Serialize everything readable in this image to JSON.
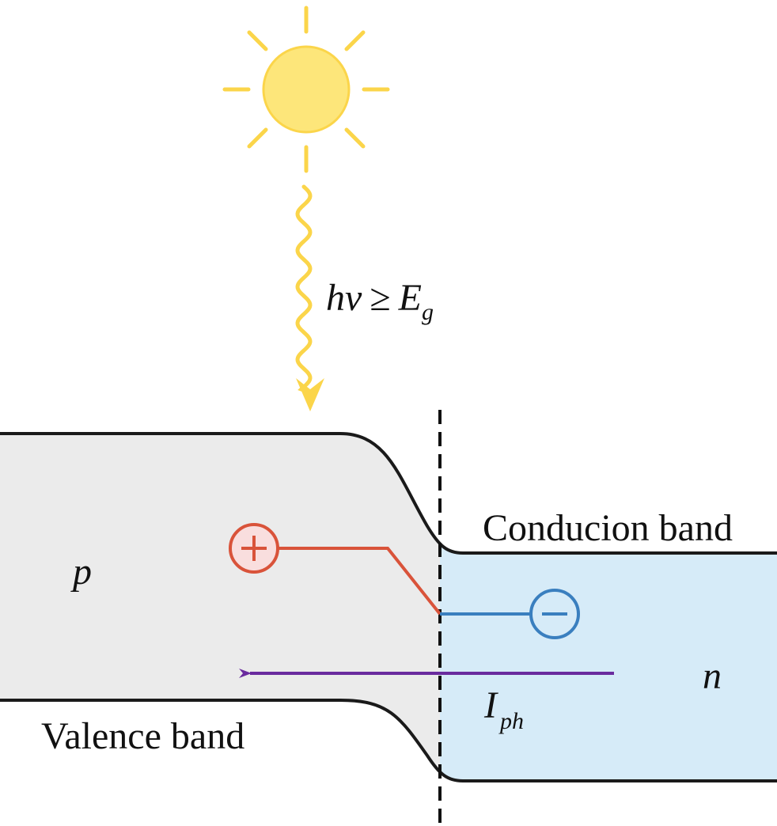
{
  "labels": {
    "photon_h": "h",
    "photon_nu": "ν",
    "photon_geq": "≥",
    "photon_E": "E",
    "photon_g": "g",
    "p_region": "p",
    "n_region": "n",
    "conduction_band": "Conducion band",
    "valence_band": "Valence band",
    "current_I": "I",
    "current_ph": "ph",
    "hole_symbol": "+",
    "electron_symbol": "−"
  },
  "icons": {
    "sun": "sun-icon",
    "hole": "plus-circle-icon",
    "electron": "minus-circle-icon"
  },
  "colors": {
    "sun": "#fde67a",
    "sun_rays": "#fbd54a",
    "photon": "#fbd54a",
    "p_fill": "#ebebeb",
    "n_fill": "#d6ebf8",
    "band_edge": "#1a1a1a",
    "hole": "#d9533a",
    "hole_fill": "#f9dede",
    "electron": "#3a7fbf",
    "electron_fill": "#d6ebf8",
    "current_arrow": "#6a2b9e",
    "junction": "#111111"
  }
}
